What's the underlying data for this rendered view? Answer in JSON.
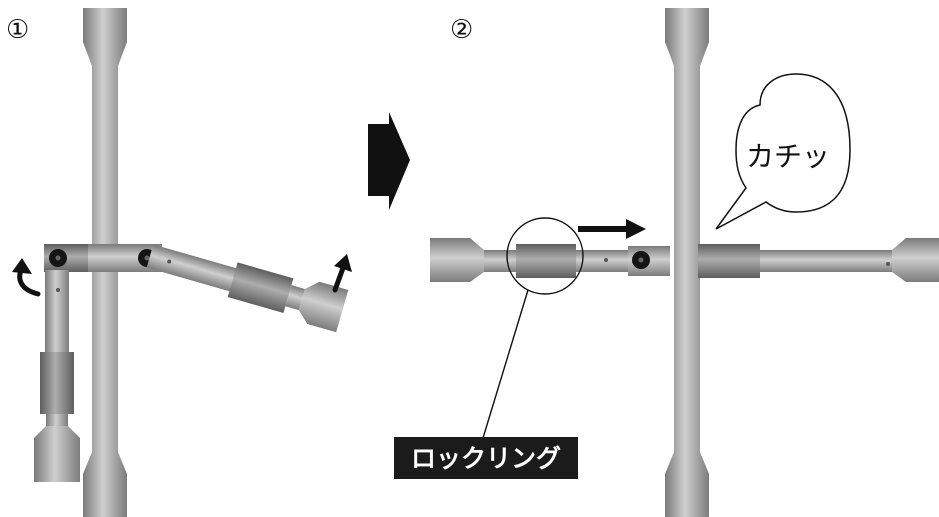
{
  "steps": [
    {
      "label": "①"
    },
    {
      "label": "②"
    }
  ],
  "callouts": {
    "click_sound": "カチッ",
    "lock_ring": "ロックリング"
  },
  "colors": {
    "metal_light": "#c4c4c4",
    "metal_mid": "#9e9e9e",
    "metal_dark": "#6f6f6f",
    "ink": "#111111",
    "label_bg": "#1b1b1b"
  }
}
